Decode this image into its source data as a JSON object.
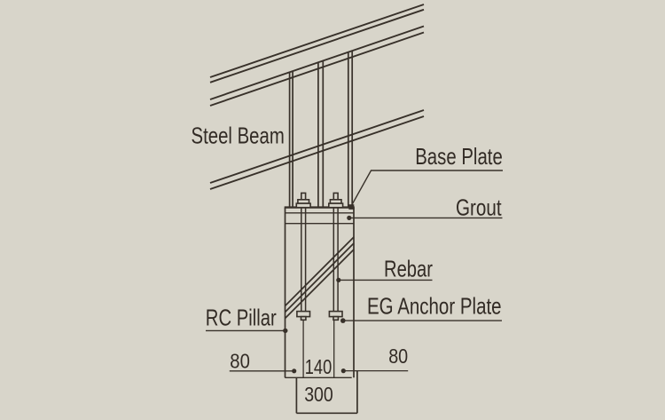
{
  "drawing": {
    "labels": {
      "steel_beam": "Steel Beam",
      "base_plate": "Base Plate",
      "grout": "Grout",
      "rebar": "Rebar",
      "eg_anchor_plate": "EG Anchor Plate",
      "rc_pillar": "RC Pillar"
    },
    "dimensions": {
      "bolt_left_offset": "80",
      "bolt_spacing": "140",
      "bolt_right_offset": "80",
      "pillar_width": "300"
    },
    "colors": {
      "background": "#d8d5ca",
      "line": "#38312a",
      "text": "#322b25"
    }
  }
}
